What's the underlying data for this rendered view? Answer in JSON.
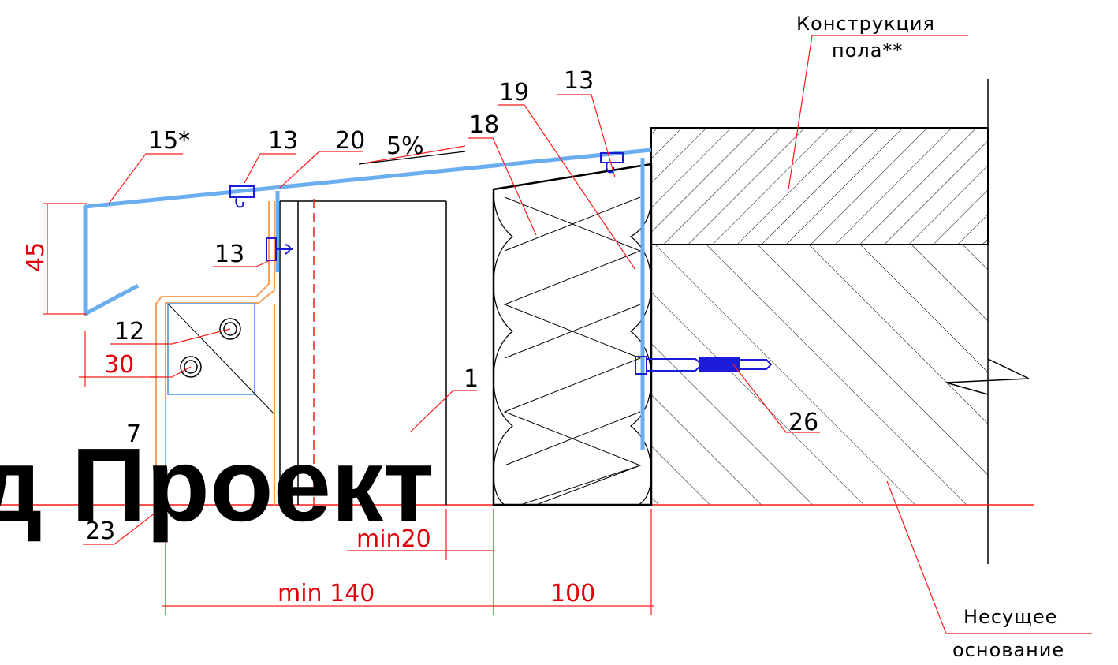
{
  "drawing": {
    "slope": "5%",
    "callouts": {
      "c15": "15*",
      "c13a": "13",
      "c20": "20",
      "c18": "18",
      "c19": "19",
      "c13b": "13",
      "c13c": "13",
      "c12": "12",
      "c7": "7",
      "c1": "1",
      "c26": "26",
      "c23": "23"
    },
    "dimensions": {
      "d45": "45",
      "d30": "30",
      "d_min20": "min20",
      "d_min140": "min 140",
      "d100": "100"
    },
    "notes": {
      "floor_line1": "Конструкция",
      "floor_line2": "пола**",
      "base_line1": "Несущее",
      "base_line2": "основание"
    },
    "watermark": "д Проект"
  },
  "colors": {
    "red_leader": "#ff1a1a",
    "blue_flashing": "#6aaef0",
    "orange_bracket": "#f5a25a",
    "fastener": "#1c1cd8"
  }
}
